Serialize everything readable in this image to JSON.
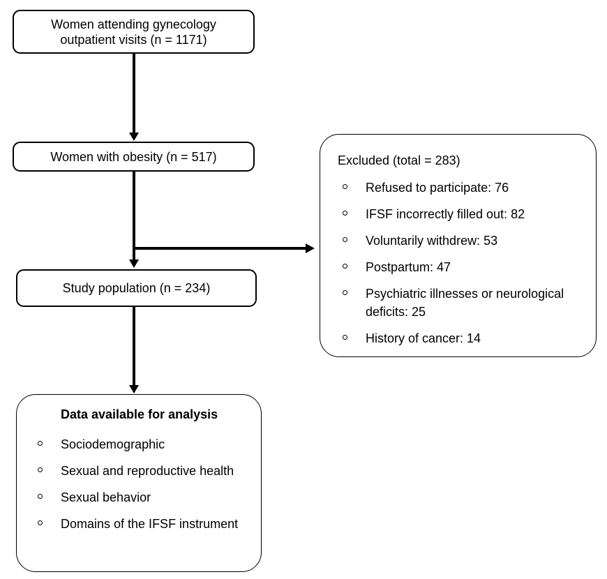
{
  "diagram": {
    "box1": {
      "text": "Women attending gynecology outpatient visits (n = 1171)"
    },
    "box2": {
      "text": "Women with obesity (n = 517)"
    },
    "box3": {
      "text": "Study population (n = 234)"
    },
    "excluded": {
      "title": "Excluded (total = 283)",
      "items": [
        "Refused to participate: 76",
        "IFSF incorrectly filled out: 82",
        "Voluntarily withdrew: 53",
        "Postpartum: 47",
        "Psychiatric illnesses or neurological deficits: 25",
        "History of cancer: 14"
      ]
    },
    "analysis": {
      "title": "Data available for analysis",
      "items": [
        "Sociodemographic",
        "Sexual and reproductive health",
        "Sexual behavior",
        "Domains of the IFSF instrument"
      ]
    },
    "colors": {
      "line": "#000000",
      "background": "#ffffff"
    }
  }
}
